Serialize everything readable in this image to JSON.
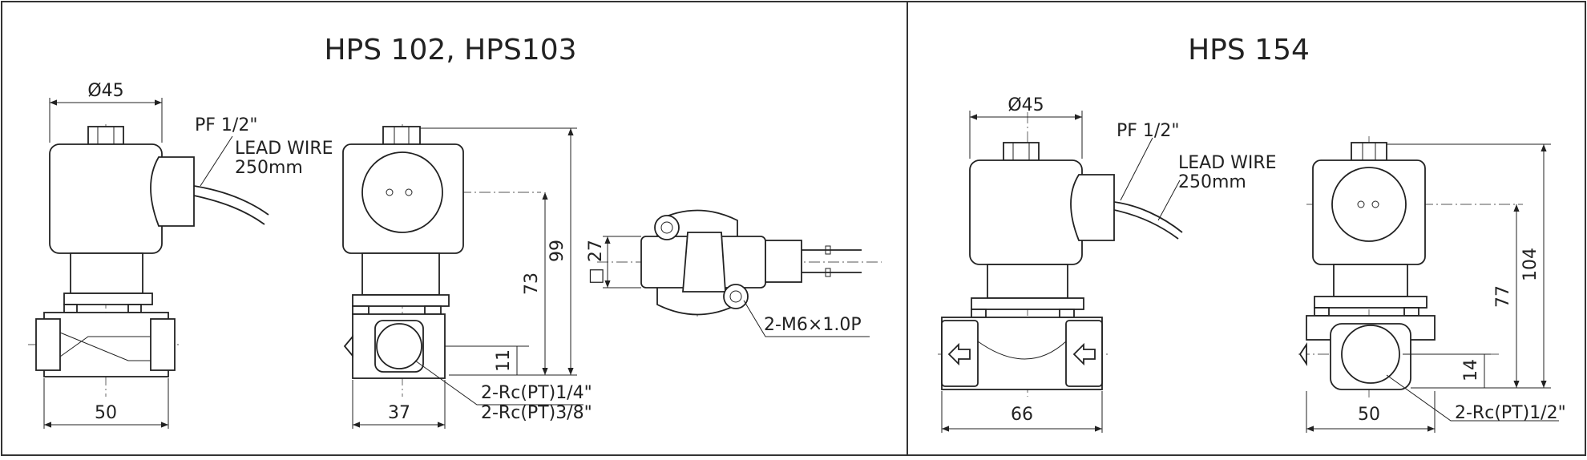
{
  "colors": {
    "line": "#222222",
    "background": "#ffffff"
  },
  "left_panel": {
    "title": "HPS 102, HPS103",
    "front": {
      "diameter": "Ø45",
      "port": "PF 1/2\"",
      "lead_wire": "LEAD WIRE",
      "lead_length": "250mm",
      "width": "50"
    },
    "side": {
      "height_total": "99",
      "height_center": "73",
      "height_port": "11",
      "width": "37",
      "thread_1": "2-Rc(PT)1/4\"",
      "thread_2": "2-Rc(PT)3/8\""
    },
    "top": {
      "square": "□ 27",
      "mount": "2-M6×1.0P"
    }
  },
  "right_panel": {
    "title": "HPS 154",
    "front": {
      "diameter": "Ø45",
      "port": "PF 1/2\"",
      "lead_wire": "LEAD WIRE",
      "lead_length": "250mm",
      "width": "66"
    },
    "side": {
      "height_total": "104",
      "height_center": "77",
      "height_port": "14",
      "width": "50",
      "thread": "2-Rc(PT)1/2\""
    }
  }
}
